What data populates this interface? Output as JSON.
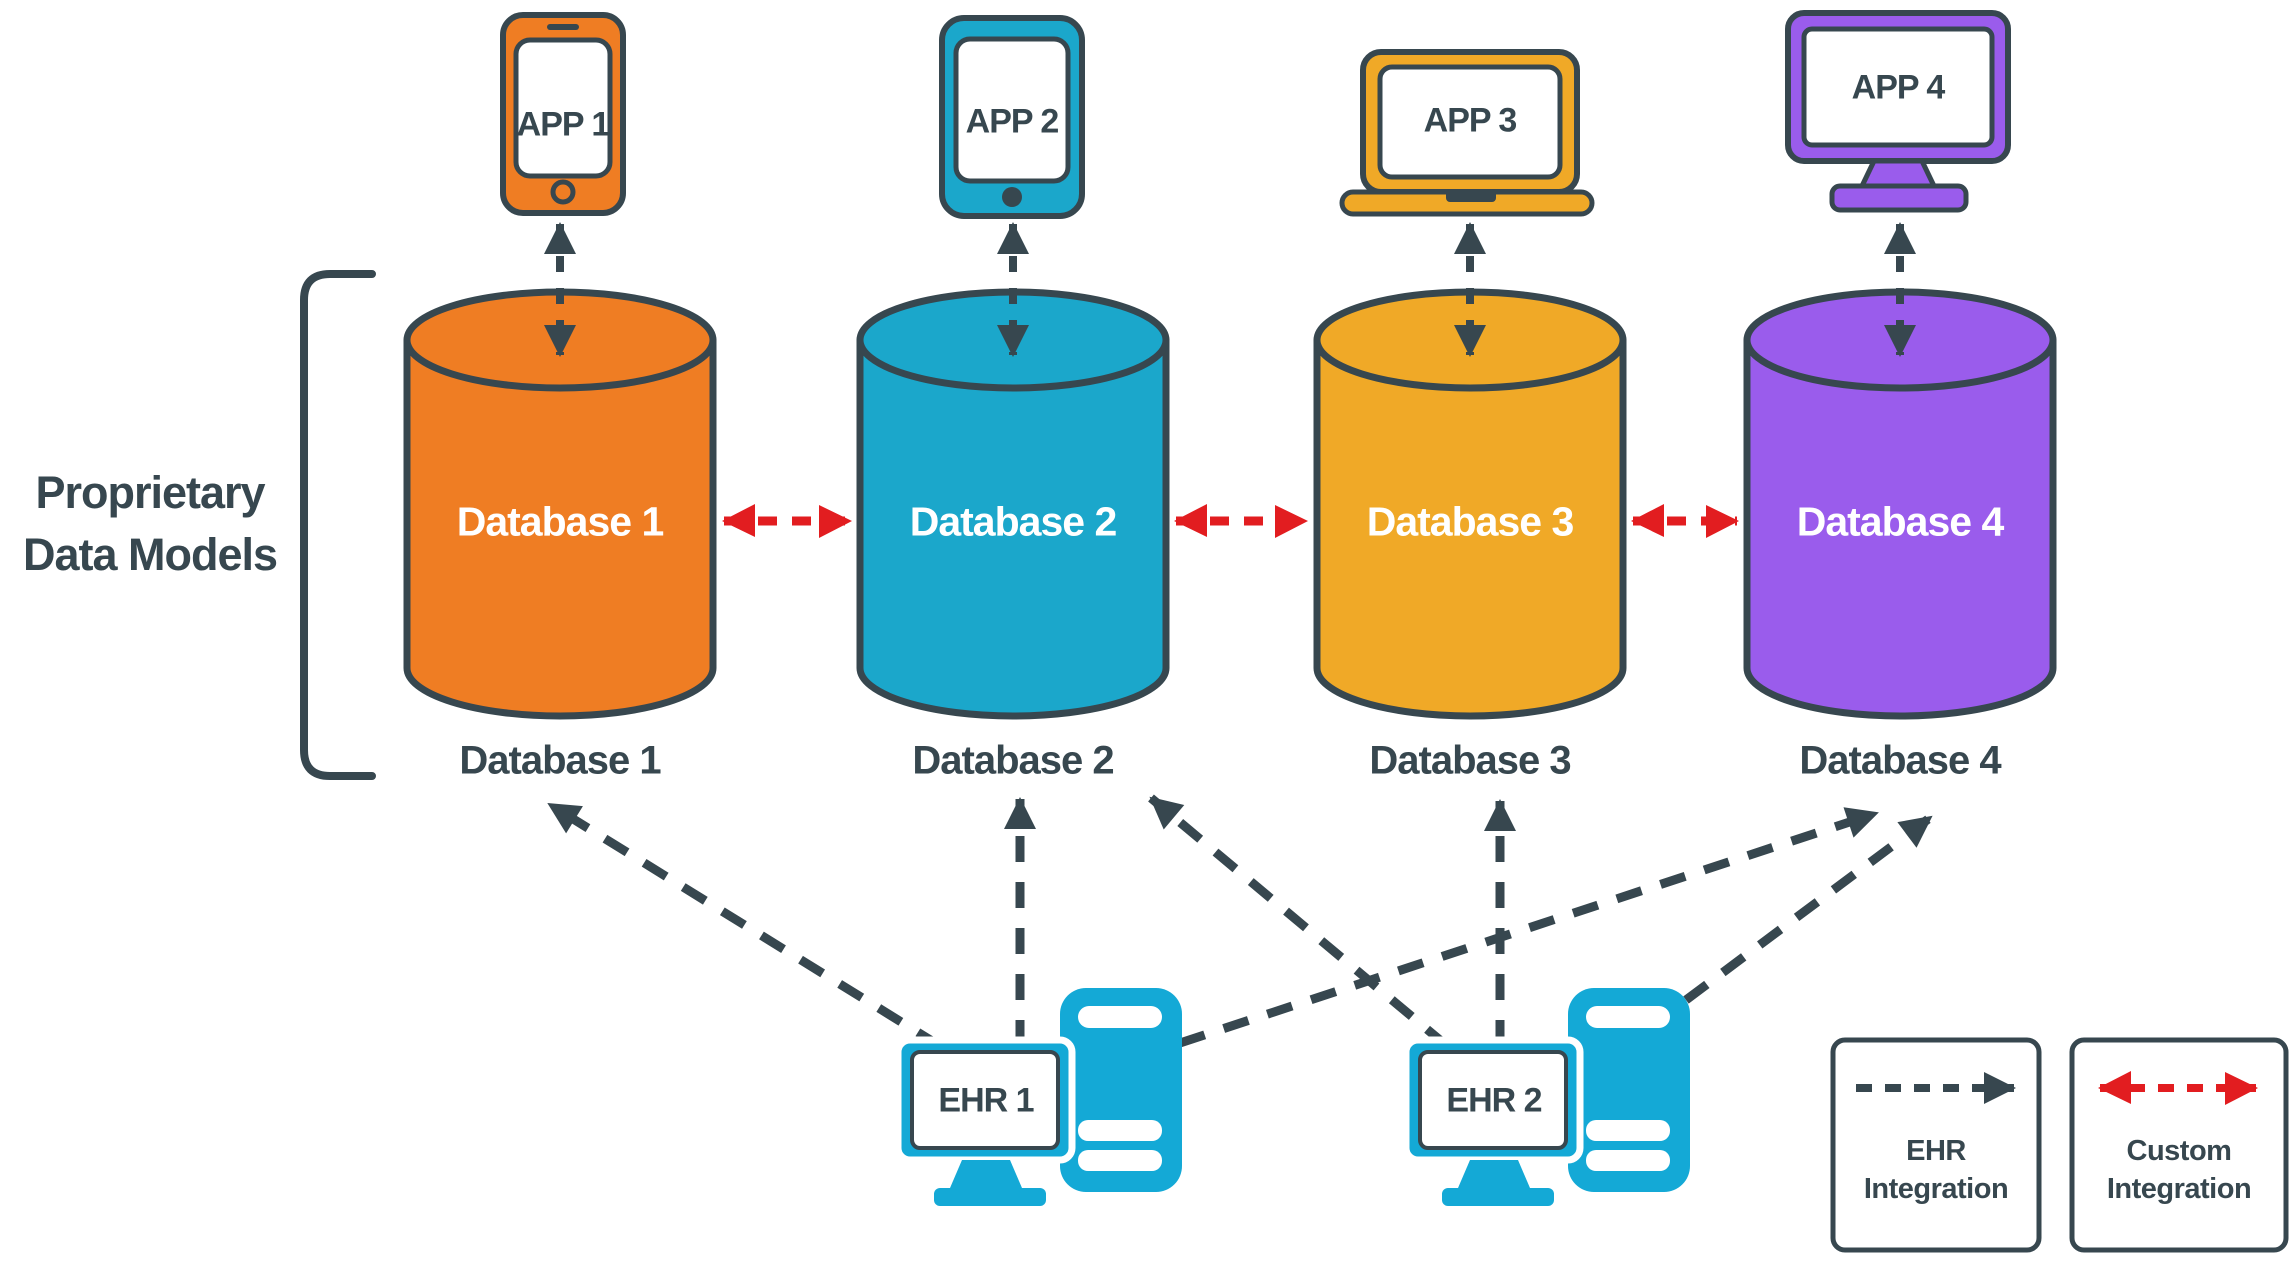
{
  "colors": {
    "dark": "#37474F",
    "red": "#E21D20",
    "orange": "#EF7D23",
    "cyan": "#1BA7CB",
    "ehr_cyan": "#14A9D6",
    "amber": "#F0A927",
    "purple": "#9A5CEC",
    "white": "#FFFFFF"
  },
  "left_label": {
    "line1": "Proprietary",
    "line2": "Data Models"
  },
  "apps": [
    {
      "label": "APP 1",
      "device": "smartphone",
      "color": "orange"
    },
    {
      "label": "APP 2",
      "device": "tablet",
      "color": "cyan"
    },
    {
      "label": "APP 3",
      "device": "laptop",
      "color": "amber"
    },
    {
      "label": "APP 4",
      "device": "desktop-monitor",
      "color": "purple"
    }
  ],
  "databases": [
    {
      "label": "Database 1",
      "caption": "Database 1",
      "color": "orange"
    },
    {
      "label": "Database 2",
      "caption": "Database 2",
      "color": "cyan"
    },
    {
      "label": "Database 3",
      "caption": "Database 3",
      "color": "amber"
    },
    {
      "label": "Database 4",
      "caption": "Database 4",
      "color": "purple"
    }
  ],
  "ehrs": [
    {
      "label": "EHR 1"
    },
    {
      "label": "EHR 2"
    }
  ],
  "legend": [
    {
      "line1": "EHR",
      "line2": "Integration",
      "style": "dark-dashed-single-arrow"
    },
    {
      "line1": "Custom",
      "line2": "Integration",
      "style": "red-dashed-double-arrow"
    }
  ],
  "connections": {
    "app_db": [
      [
        "APP 1",
        "Database 1"
      ],
      [
        "APP 2",
        "Database 2"
      ],
      [
        "APP 3",
        "Database 3"
      ],
      [
        "APP 4",
        "Database 4"
      ]
    ],
    "ehr_db": [
      [
        "EHR 1",
        "Database 1"
      ],
      [
        "EHR 1",
        "Database 2"
      ],
      [
        "EHR 1",
        "Database 4"
      ],
      [
        "EHR 2",
        "Database 2"
      ],
      [
        "EHR 2",
        "Database 3"
      ],
      [
        "EHR 2",
        "Database 4"
      ]
    ],
    "db_db": [
      [
        "Database 1",
        "Database 2"
      ],
      [
        "Database 2",
        "Database 3"
      ],
      [
        "Database 3",
        "Database 4"
      ]
    ]
  }
}
